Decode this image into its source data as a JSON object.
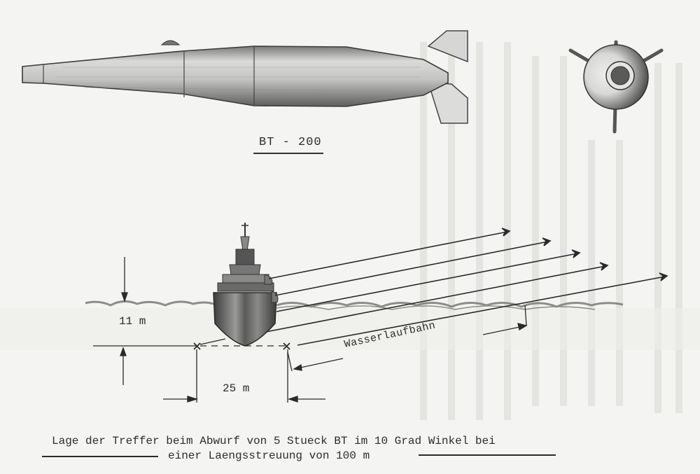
{
  "document": {
    "type": "scanned technical drawing",
    "background_color": "#f4f4f2",
    "ink_color": "#2a2a2a"
  },
  "top_figure": {
    "side_view_label": "BT - 200",
    "side_view_subject": "torpedo/bomb side view with tail fins",
    "end_view_subject": "rear end view with four fins"
  },
  "bottom_figure": {
    "subject": "ship bow view at waterline with five torpedo trajectories",
    "depth_dimension": "11 m",
    "spacing_dimension": "25 m",
    "trajectory_label": "Wasserlaufbahn",
    "trajectory_count": 5
  },
  "caption": {
    "line1": "Lage der Treffer beim Abwurf von 5 Stueck BT im 10 Grad Winkel bei",
    "line2": "einer Laengsstreuung von 100 m"
  }
}
